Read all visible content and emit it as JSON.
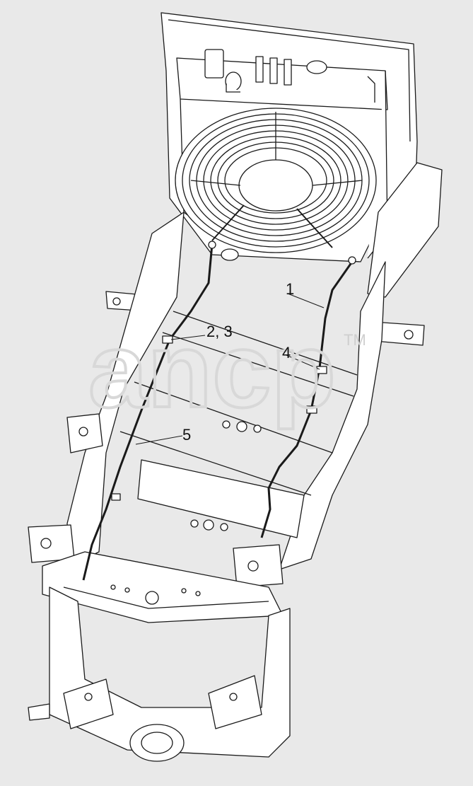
{
  "callouts": [
    {
      "id": "1",
      "label": "1"
    },
    {
      "id": "2",
      "label": "2, 3"
    },
    {
      "id": "4",
      "label": "4"
    },
    {
      "id": "5",
      "label": "5"
    }
  ],
  "watermark": {
    "text": "ancp",
    "tm": "TM"
  },
  "colors": {
    "background": "#e9e9e9",
    "line": "#1a1a1a",
    "fill": "#ffffff",
    "watermark": "#d8d8d8"
  }
}
